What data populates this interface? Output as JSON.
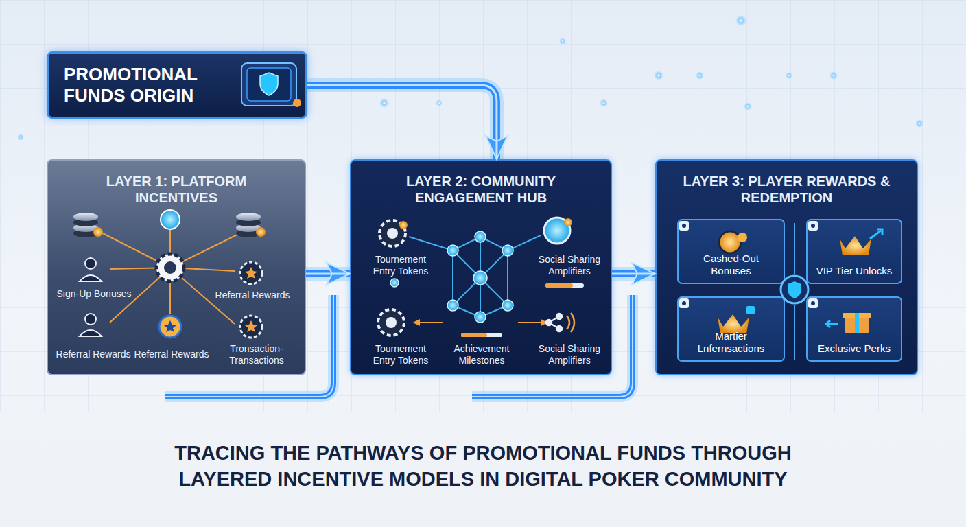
{
  "diagram": {
    "caption": "TRACING THE PATHWAYS OF PROMOTIONAL FUNDS THROUGH LAYERED INCENTIVE MODELS IN DIGITAL POKER COMMUNITY",
    "nodes": [
      {
        "text": [
          "PROMOTIONAL FUNDS ORIGIN"
        ]
      },
      {
        "text": [
          "LAYER 1: PLATFORM INCENTIVES"
        ]
      },
      {
        "text": [
          "LAYER 2: COMMUNITY ENGAGEMENT HUB"
        ]
      },
      {
        "text": [
          "LAYER 3: PLAYER REWARDS & REDEMPTION"
        ]
      },
      {
        "text": [
          "Cashed-Out Bonuses"
        ],
        "in": 3
      },
      {
        "text": [
          "VIP Tier Unlocks"
        ],
        "in": 3
      },
      {
        "text": [
          "Martier Lnfernsactions"
        ],
        "in": 3
      },
      {
        "text": [
          "Exclusive Perks"
        ],
        "in": 3
      }
    ],
    "edges": [
      {
        "from": 0,
        "to": 2,
        "arrow": "to"
      },
      {
        "from": 1,
        "to": 2,
        "arrow": "to"
      },
      {
        "from": 2,
        "to": 3,
        "arrow": "to"
      }
    ],
    "labels": [
      "Sign-Up Bonuses",
      "Referral Rewards",
      "Referral Rewards",
      "Referral Rewards",
      "Tronsaction-Transactions",
      "Tournement Entry Tokens",
      "Social Sharing Amplifiers",
      "Tournement Entry Tokens",
      "Achievement Milestones",
      "Social Sharing Amplifiers"
    ]
  }
}
